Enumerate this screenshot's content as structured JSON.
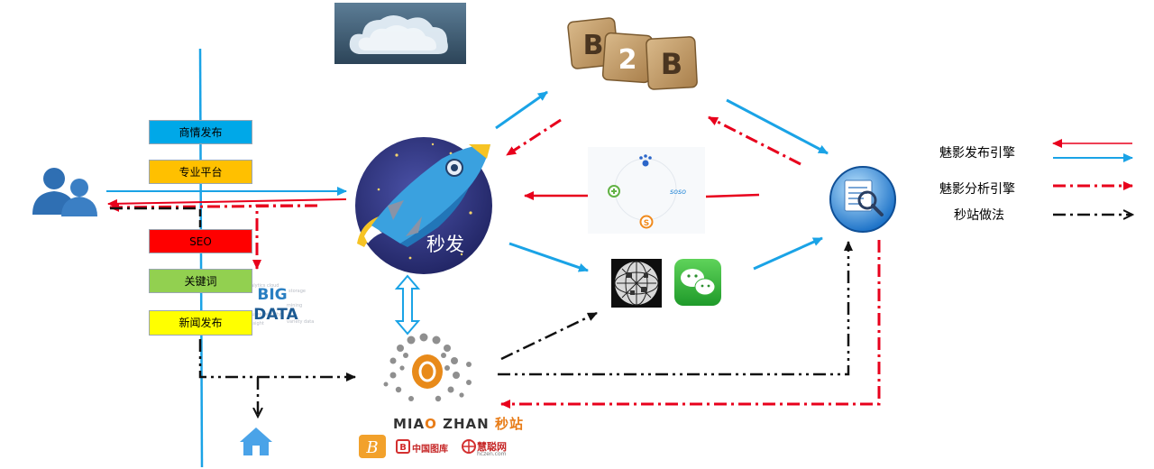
{
  "labels": {
    "info_release": "商情发布",
    "pro_platform": "专业平台",
    "seo": "SEO",
    "keywords": "关键词",
    "news_release": "新闻发布"
  },
  "colors": {
    "blue_line": "#1aa3e6",
    "red_line": "#e8001c",
    "black_line": "#111111",
    "info_release_bg": "#00a8e8",
    "pro_platform_bg": "#ffc000",
    "seo_bg": "#ff0000",
    "keywords_bg": "#92d050",
    "news_release_bg": "#ffff00",
    "rocket_bg": "#2e3582",
    "miao_accent": "#e87c17"
  },
  "rocket": {
    "label": "秒发"
  },
  "b2b": {
    "tile_1": "B",
    "tile_2": "2",
    "tile_3": "B"
  },
  "search_engines": {
    "soso_label": "soso"
  },
  "bigdata": {
    "line_1": "BIG",
    "line_2": "DATA"
  },
  "miaozhan": {
    "brand_en_1": "MIA",
    "brand_en_2": "O",
    "brand_en_3": " ZHAN",
    "brand_cn": "秒站"
  },
  "partner_logos": {
    "logo_1": "B",
    "logo_2_text": "中国图库",
    "logo_3_text": "慧聪网",
    "logo_3_sub": "hczen.com"
  },
  "legend": {
    "publish_engine": "魅影发布引擎",
    "analysis_engine": "魅影分析引擎",
    "miaozhan_method": "秒站做法"
  },
  "icons": {
    "users": "users-icon",
    "cloud": "cloud-icon",
    "rocket": "rocket-icon",
    "search_doc": "search-document-icon",
    "wechat": "wechat-icon",
    "social": "social-globe-icon",
    "home": "home-icon",
    "bigdata": "bigdata-wordcloud-icon"
  }
}
